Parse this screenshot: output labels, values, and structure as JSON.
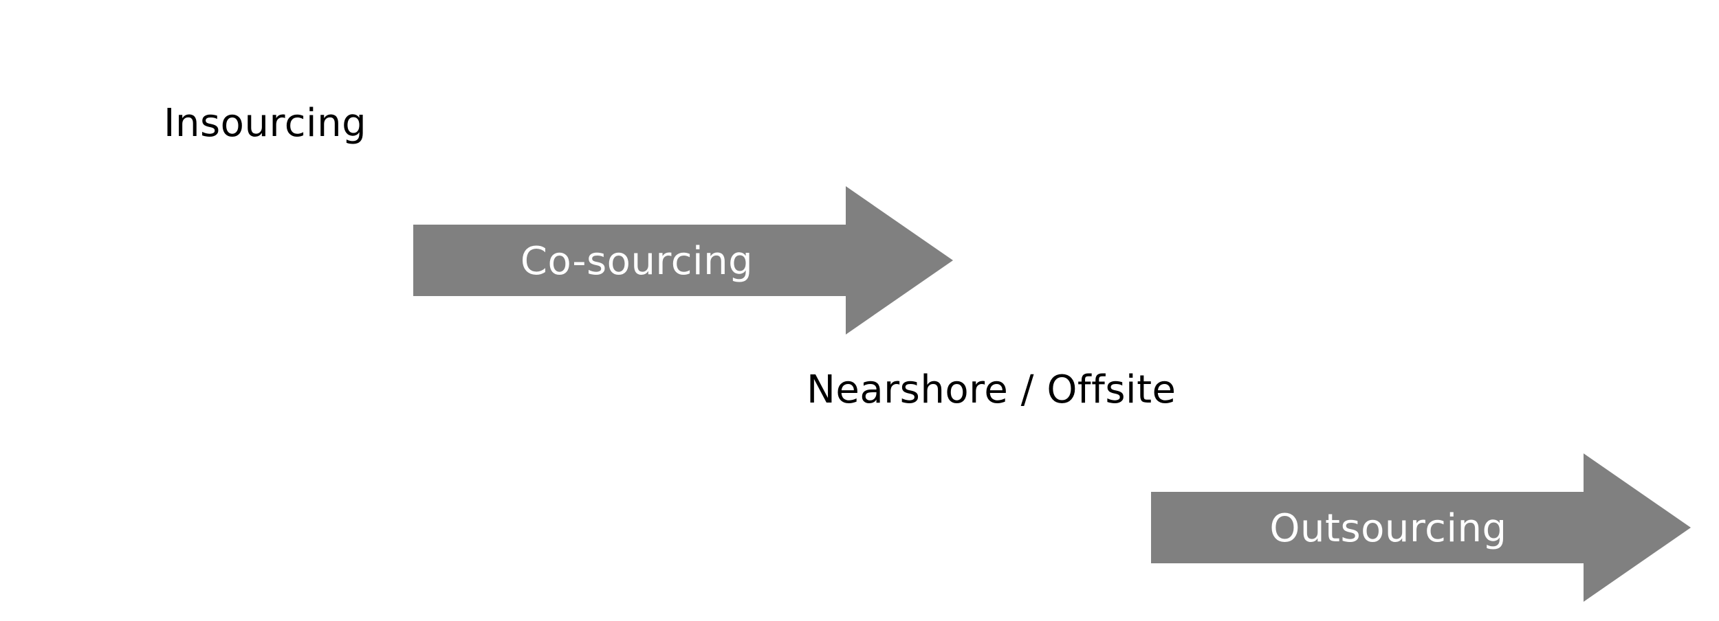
{
  "diagram": {
    "steps": [
      {
        "id": "insourcing",
        "label": "Insourcing"
      },
      {
        "id": "cosourcing",
        "label": "Co-sourcing"
      },
      {
        "id": "nearshore",
        "label": "Nearshore / Offsite"
      },
      {
        "id": "outsourcing",
        "label": "Outsourcing"
      }
    ]
  },
  "colors": {
    "arrow_fill": "#808080",
    "arrow_text": "#ffffff",
    "label_text": "#000000"
  }
}
